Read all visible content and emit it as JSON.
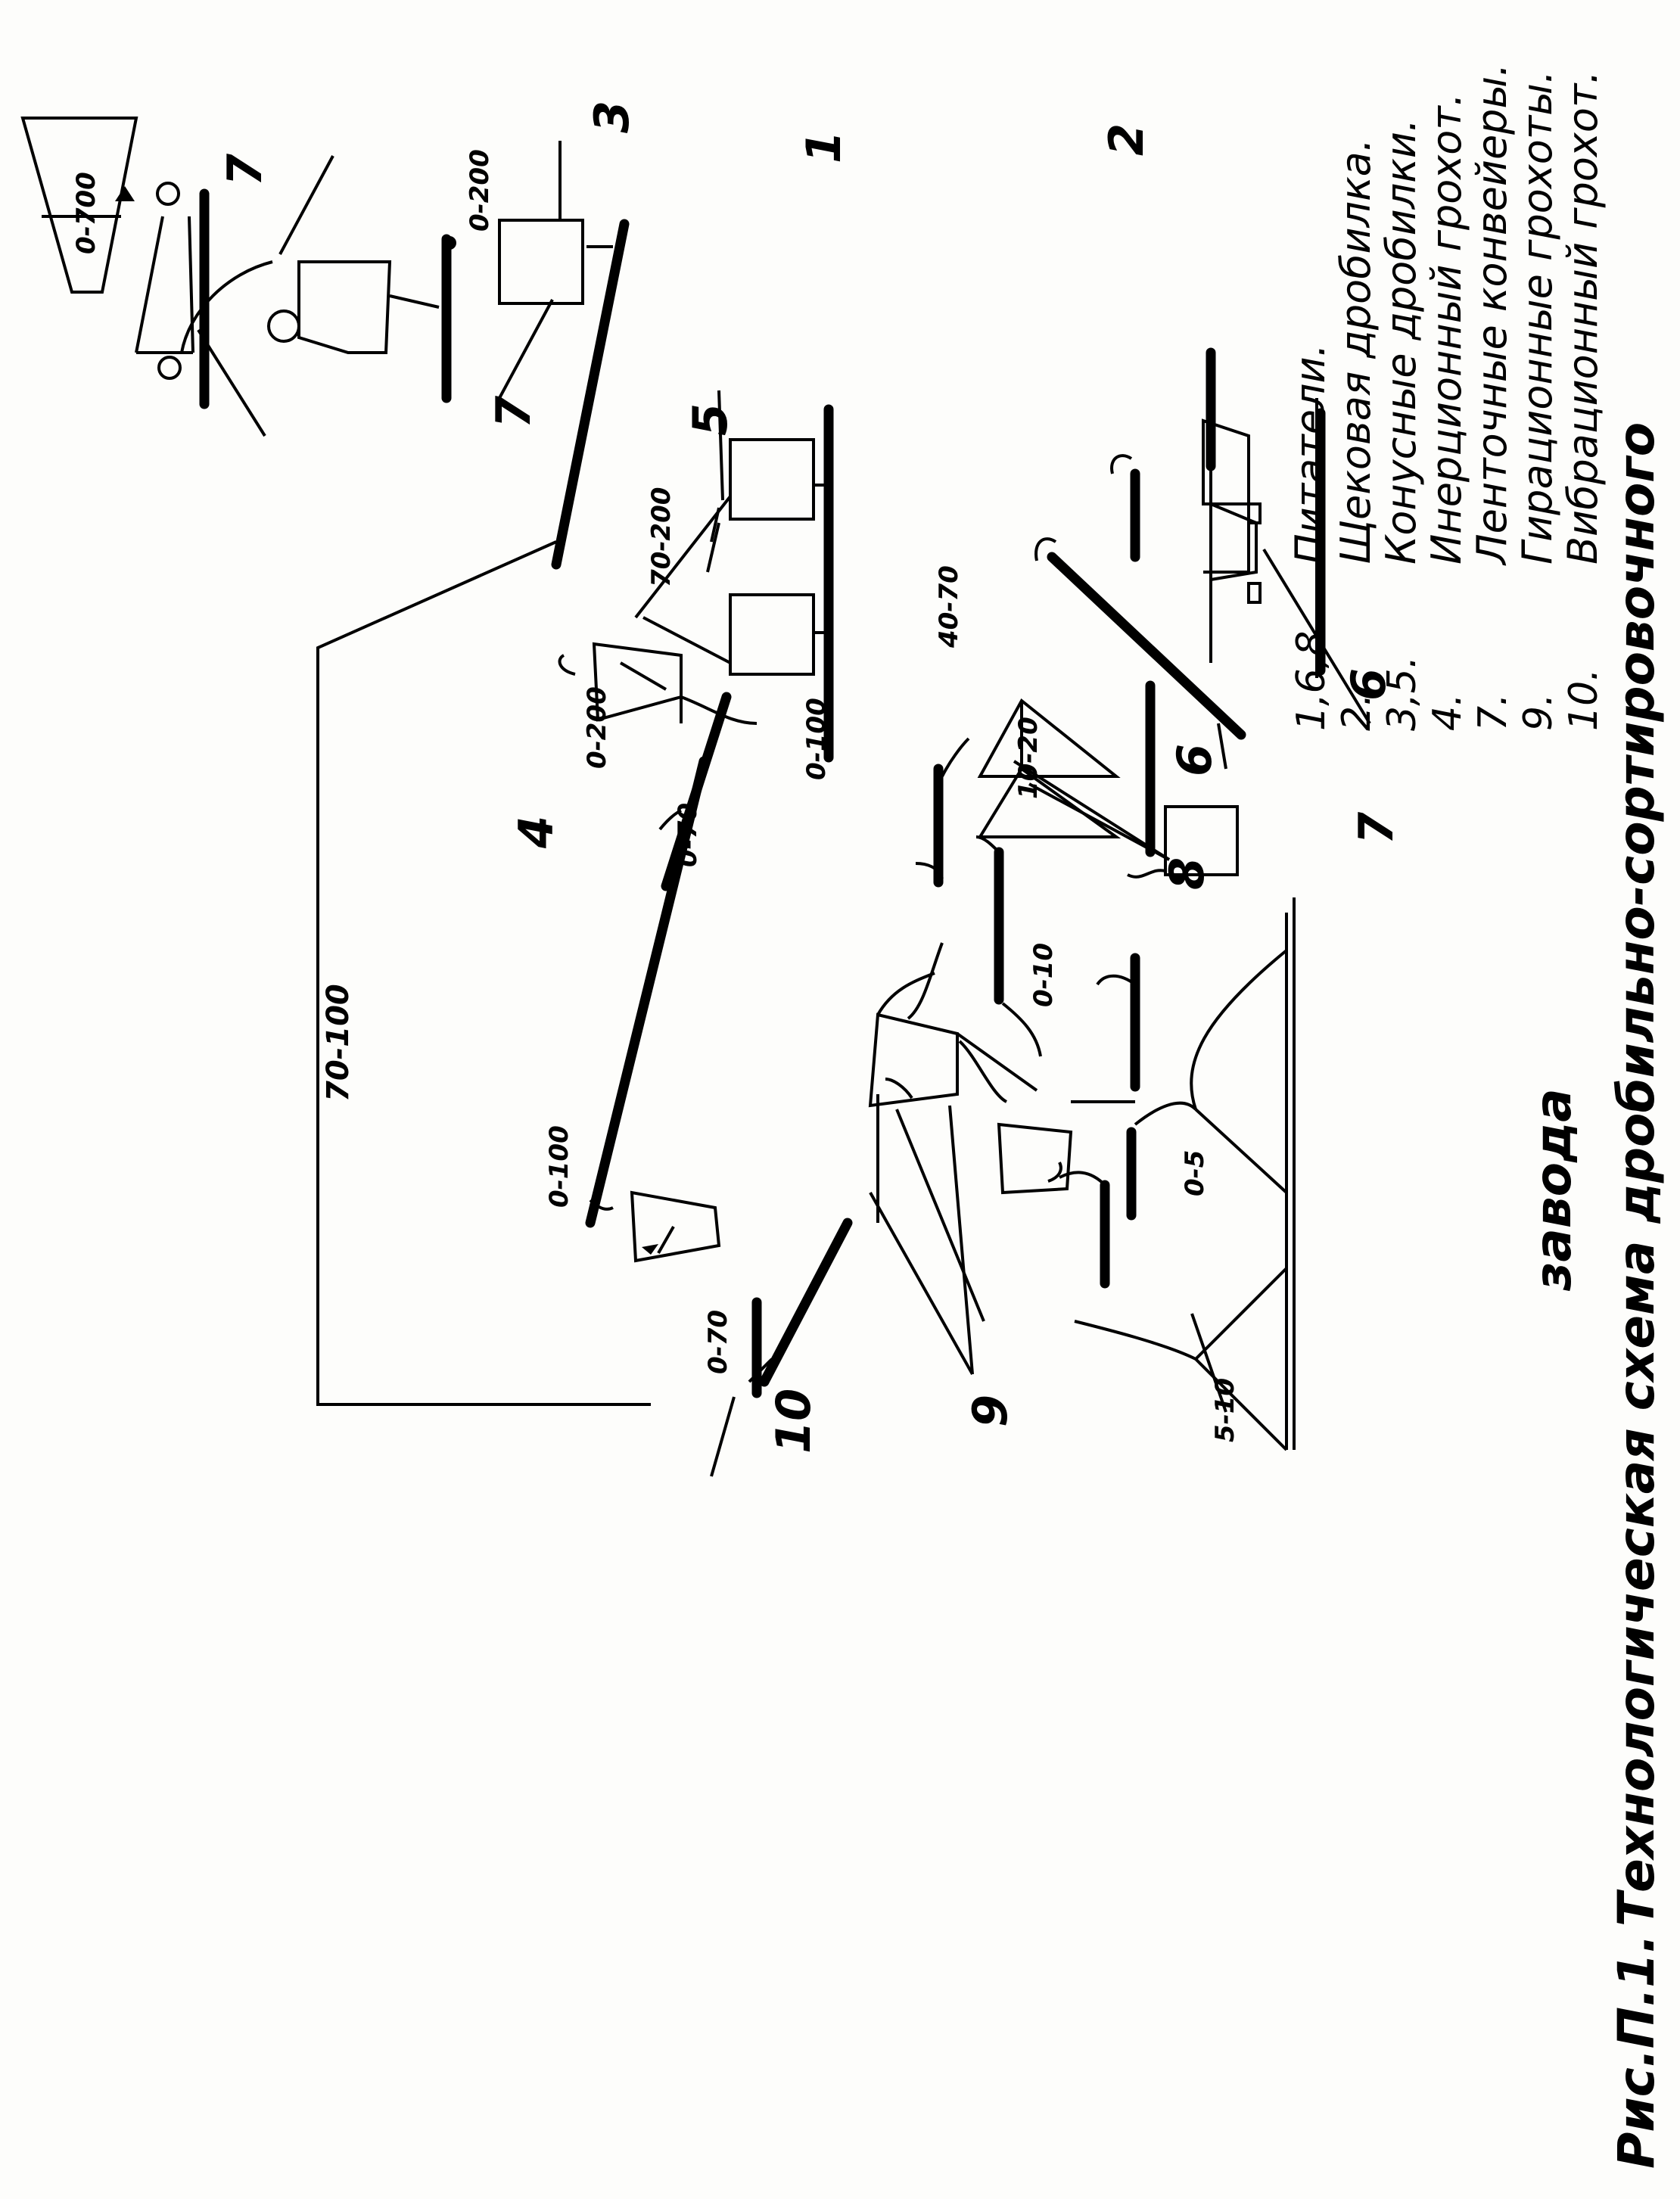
{
  "caption": {
    "figure_number": "Рис.П.1.",
    "title_line1": "Технологическая   схема  дробильно-сортировочного",
    "title_line2": "завода"
  },
  "legend": [
    {
      "codes": "1,6,8.",
      "text": "Питатели."
    },
    {
      "codes": "2.",
      "text": "Щековая  дробилка."
    },
    {
      "codes": "3,5.",
      "text": "Конусные  дробилки."
    },
    {
      "codes": "4.",
      "text": "Инерционный  грохот."
    },
    {
      "codes": "7.",
      "text": "Ленточные  конвейеры."
    },
    {
      "codes": "9.",
      "text": "Гирационные  грохоты."
    },
    {
      "codes": "10.",
      "text": "Вибрационный  грохот."
    }
  ],
  "callouts": {
    "c1": "1",
    "c2": "2",
    "c3": "3",
    "c4": "4",
    "c5": "5",
    "c6a": "6",
    "c6b": "6",
    "c7a": "7",
    "c7b": "7",
    "c7c": "7",
    "c8": "8",
    "c9": "9",
    "c10": "10"
  },
  "fractions": {
    "f0_700": "0-700",
    "f0_200a": "0-200",
    "f70_200": "70-200",
    "f0_200b": "0-200",
    "f70_100": "70-100",
    "f0_70a": "0-70",
    "f0_100a": "0-100",
    "f40_70": "40-70",
    "f10_20": "10-20",
    "f0_100b": "0-100",
    "f0_70b": "0-70",
    "f0_10": "0-10",
    "f0_5": "0-5",
    "f5_10": "5-10"
  }
}
